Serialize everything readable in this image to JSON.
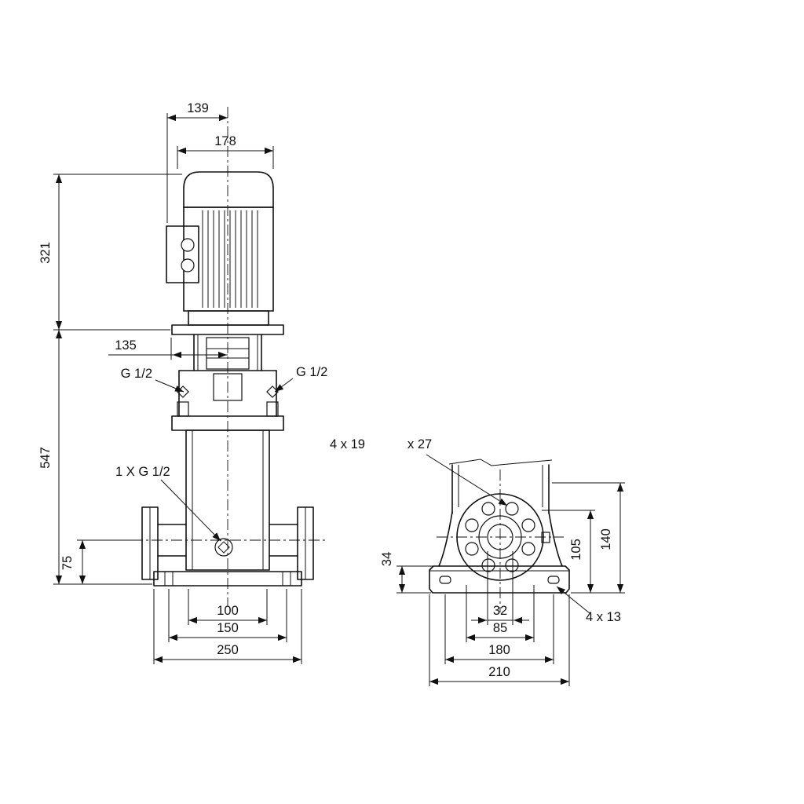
{
  "page": {
    "background": "#ffffff",
    "line_color": "#111111",
    "description": "Dimensional outline drawing of a vertical multistage centrifugal pump, front view and side flange view"
  },
  "front_view": {
    "dim_terminal_box_width": "139",
    "dim_motor_width": "178",
    "dim_motor_height": "321",
    "dim_stool_offset": "135",
    "dim_pump_height": "547",
    "dim_port_height": "75",
    "label_plug_left": "G 1/2",
    "label_plug_right": "G 1/2",
    "label_drain_plug": "1 X G 1/2",
    "dim_port_width": "100",
    "dim_base_hole_spacing": "150",
    "dim_base_width": "250"
  },
  "side_view": {
    "label_flange_holes": "4 x 19",
    "label_flange_holes_suffix": "x 27",
    "dim_base_height": "34",
    "dim_flange_center_height": "105",
    "dim_flange_top_height": "140",
    "dim_bore": "32",
    "dim_bolt_circle": "85",
    "dim_base_hole_spacing": "180",
    "dim_base_length": "210",
    "label_base_holes": "4  x 13"
  }
}
